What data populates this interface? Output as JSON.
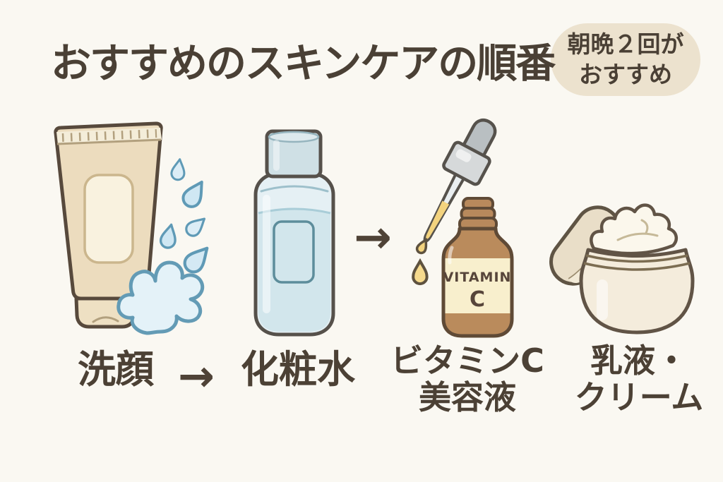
{
  "title": "おすすめのスキンケアの順番",
  "badge": {
    "line1": "朝晩２回が",
    "line2": "おすすめ"
  },
  "arrows": {
    "glyph": "→",
    "between_labels": "arrow from 洗顔 to 化粧水",
    "between_illustrations": "arrow from 化粧水 bottle to ビタミンC serum"
  },
  "steps": [
    {
      "id": "cleanser",
      "label_lines": [
        "洗顔"
      ],
      "icon": "cleanser-tube-icon",
      "extra_icon": "water-splash-icon"
    },
    {
      "id": "toner",
      "label_lines": [
        "化粧水"
      ],
      "icon": "toner-bottle-icon"
    },
    {
      "id": "vitamin-c-serum",
      "label_lines": [
        "ビタミンC",
        "美容液"
      ],
      "icon": "serum-dropper-bottle-icon",
      "bottle_text_lines": [
        "VITAMIN",
        "C"
      ]
    },
    {
      "id": "milky-lotion-cream",
      "label_lines": [
        "乳液・",
        "クリーム"
      ],
      "icon": "cream-jar-icon"
    }
  ],
  "colors": {
    "background": "#faf8f2",
    "ink": "#4a4035",
    "badge_bg": "#ece2ce",
    "outline_dark": "#57493c",
    "tube_body": "#ecdcbe",
    "tube_label": "#f9f2df",
    "water_fill": "#cfe7f3",
    "water_stroke": "#5f9ab6",
    "splash_fill": "#e4f2f8",
    "toner_body": "#e5f0f4",
    "toner_liquid": "#d2e6ec",
    "toner_cap": "#cfe0e5",
    "dropper_bulb": "#b9bfc2",
    "dropper_collar": "#d6d9da",
    "serum_liquid": "#f3d37e",
    "serum_bottle": "#ba8b5c",
    "serum_label_bg": "#f8efcd",
    "serum_label_text": "#57453a",
    "jar_body": "#f4ecdc",
    "jar_lid": "#e9dec8",
    "cream_fill": "#fbf7ec"
  }
}
